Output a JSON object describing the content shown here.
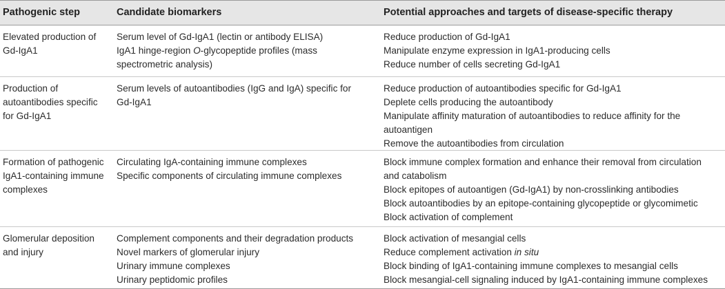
{
  "headers": {
    "step": "Pathogenic step",
    "biomarkers": "Candidate biomarkers",
    "therapy": "Potential approaches and targets of disease-specific therapy"
  },
  "rows": [
    {
      "step": [
        "Elevated production of",
        "Gd-IgA1"
      ],
      "biomarkers": [
        "Serum level of Gd-IgA1 (lectin or antibody ELISA)",
        "IgA1 hinge-region O-glycopeptide profiles (mass",
        "spectrometric analysis)"
      ],
      "therapy": [
        "Reduce production of Gd-IgA1",
        "Manipulate enzyme expression in IgA1-producing cells",
        "Reduce number of cells secreting Gd-IgA1"
      ]
    },
    {
      "step": [
        "Production of",
        "autoantibodies specific",
        "for Gd-IgA1"
      ],
      "biomarkers": [
        "Serum levels of autoantibodies (IgG and IgA) specific for",
        "Gd-IgA1"
      ],
      "therapy": [
        "Reduce production of autoantibodies specific for Gd-IgA1",
        "Deplete cells producing the autoantibody",
        "Manipulate affinity maturation of autoantibodies to reduce affinity for the",
        "autoantigen",
        "Remove the autoantibodies from circulation"
      ]
    },
    {
      "step": [
        "Formation of pathogenic",
        "IgA1-containing immune",
        "complexes"
      ],
      "biomarkers": [
        "Circulating IgA-containing immune complexes",
        "Specific components of circulating immune complexes"
      ],
      "therapy": [
        "Block immune complex formation and enhance their removal from circulation",
        "and catabolism",
        "Block epitopes of autoantigen (Gd-IgA1) by non-crosslinking antibodies",
        "Block autoantibodies by an epitope-containing glycopeptide or glycomimetic",
        "Block activation of complement"
      ]
    },
    {
      "step": [
        "Glomerular deposition",
        "and injury"
      ],
      "biomarkers": [
        "Complement components and their degradation products",
        "Novel markers of glomerular injury",
        "Urinary immune complexes",
        "Urinary peptidomic profiles"
      ],
      "therapy": [
        "Block activation of mesangial cells",
        "Reduce complement activation in situ",
        "Block binding of IgA1-containing immune complexes to mesangial cells",
        "Block mesangial-cell signaling induced by IgA1-containing immune complexes"
      ]
    }
  ]
}
